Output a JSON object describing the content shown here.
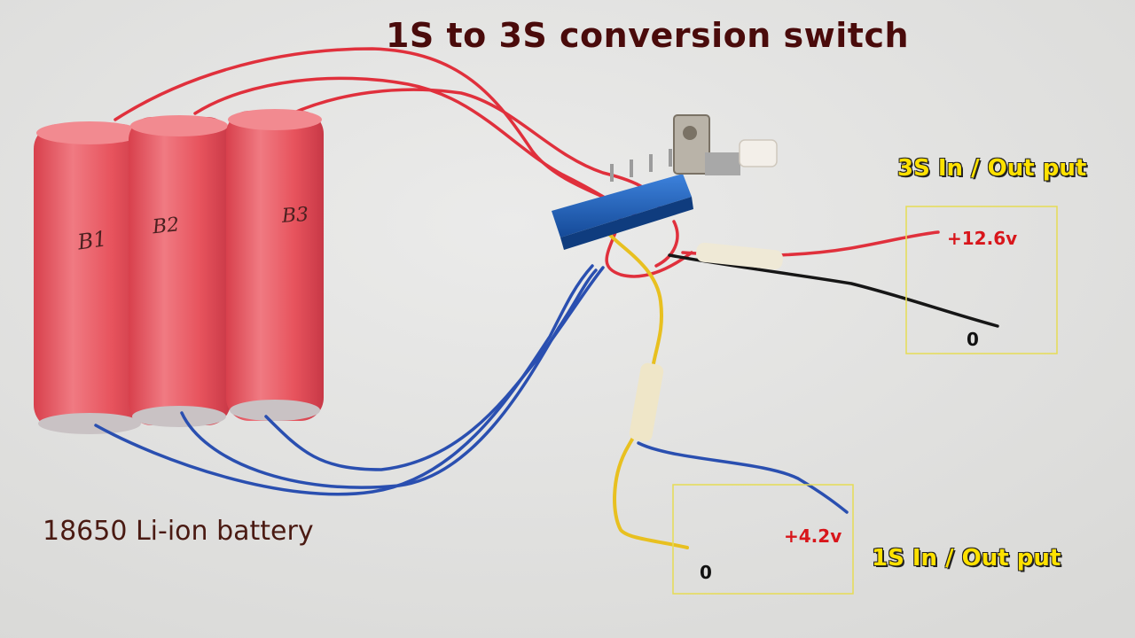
{
  "title": "1S to 3S conversion switch",
  "caption": "18650 Li-ion battery",
  "batteries": [
    {
      "label": "B1"
    },
    {
      "label": "B2"
    },
    {
      "label": "B3"
    }
  ],
  "output_3s": {
    "label": "3S In / Out put",
    "positive": "+12.6v",
    "negative": "0"
  },
  "output_1s": {
    "label": "1S In / Out put",
    "positive": "+4.2v",
    "negative": "0"
  },
  "colors": {
    "background": "#e4e4e2",
    "battery": "#e8505a",
    "switch_body": "#1c5fb8",
    "wire_red": "#e0303c",
    "wire_blue": "#2a4fb0",
    "wire_yellow": "#e8c020",
    "wire_black": "#161616",
    "label_yellow": "#ffe100",
    "voltage_red": "#d8161b",
    "title": "#4a0b0b"
  }
}
